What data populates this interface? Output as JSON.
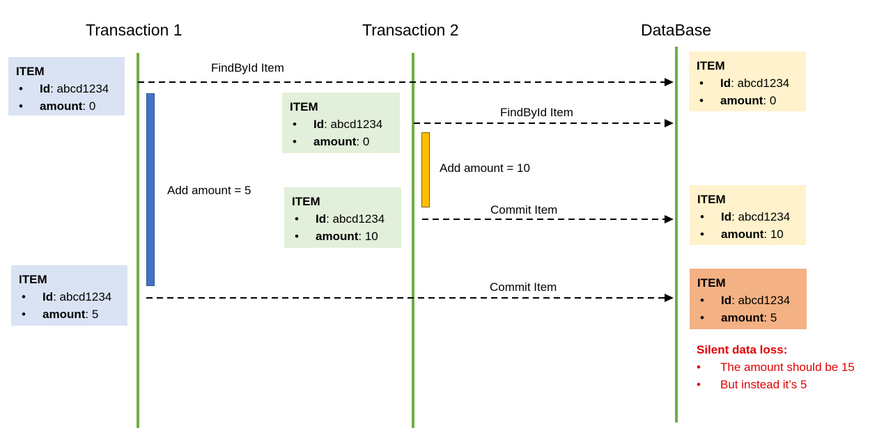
{
  "headers": {
    "t1": "Transaction 1",
    "t2": "Transaction 2",
    "db": "DataBase"
  },
  "boxes": {
    "t1_initial": {
      "title": "ITEM",
      "id_label": "Id",
      "id_value": ": abcd1234",
      "amount_label": "amount",
      "amount_value": ": 0"
    },
    "t2_initial": {
      "title": "ITEM",
      "id_label": "Id",
      "id_value": ": abcd1234",
      "amount_label": "amount",
      "amount_value": ": 0"
    },
    "t2_updated": {
      "title": "ITEM",
      "id_label": "Id",
      "id_value": ": abcd1234",
      "amount_label": "amount",
      "amount_value": ": 10"
    },
    "t1_updated": {
      "title": "ITEM",
      "id_label": "Id",
      "id_value": ": abcd1234",
      "amount_label": "amount",
      "amount_value": ": 5"
    },
    "db_initial": {
      "title": "ITEM",
      "id_label": "Id",
      "id_value": ": abcd1234",
      "amount_label": "amount",
      "amount_value": ": 0"
    },
    "db_after_t2": {
      "title": "ITEM",
      "id_label": "Id",
      "id_value": ": abcd1234",
      "amount_label": "amount",
      "amount_value": ": 10"
    },
    "db_final": {
      "title": "ITEM",
      "id_label": "Id",
      "id_value": ": abcd1234",
      "amount_label": "amount",
      "amount_value": ": 5"
    }
  },
  "messages": {
    "find1": "FindById Item",
    "find2": "FindById Item",
    "commit2": "Commit Item",
    "commit1": "Commit Item"
  },
  "actions": {
    "add5": "Add amount = 5",
    "add10": "Add amount = 10"
  },
  "note": {
    "title": "Silent data loss:",
    "items": [
      "The amount should be 15",
      "But instead it’s 5"
    ]
  },
  "colors": {
    "lane": "#70ad47",
    "t1_activation": "#4472c4",
    "t2_activation": "#ffc000",
    "loss": "#e00000"
  }
}
